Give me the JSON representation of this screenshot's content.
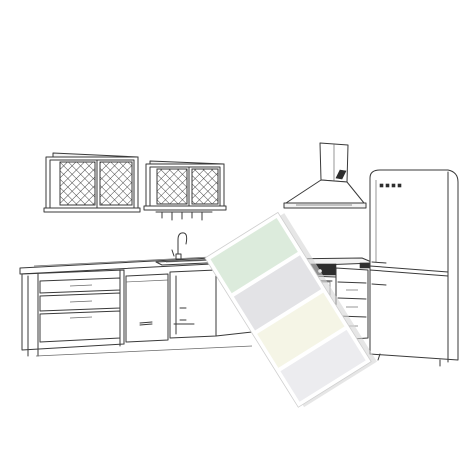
{
  "scene": {
    "subject": "kitchen-line-drawing",
    "swatches": [
      {
        "name": "mint",
        "color": "#dcebdc"
      },
      {
        "name": "grey",
        "color": "#e3e3e6"
      },
      {
        "name": "cream",
        "color": "#f5f5e6"
      },
      {
        "name": "silver",
        "color": "#ececef"
      }
    ],
    "colors": {
      "line": "#3a3a3a",
      "background": "#ffffff"
    }
  }
}
